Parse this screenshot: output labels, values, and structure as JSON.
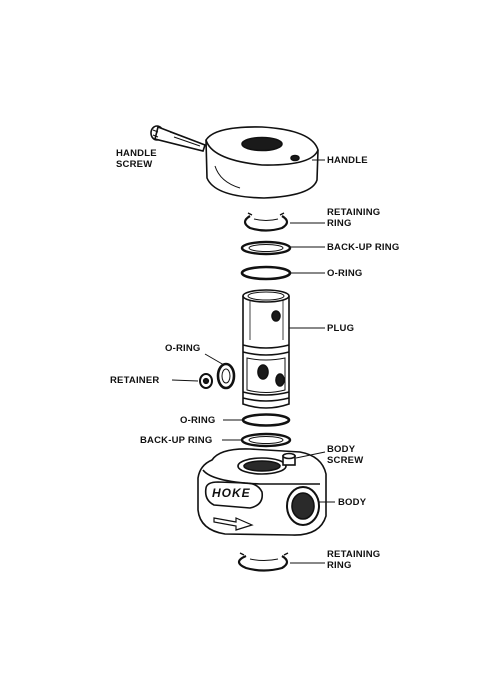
{
  "labels": {
    "handle_screw": {
      "line1": "HANDLE",
      "line2": "SCREW"
    },
    "handle": "HANDLE",
    "retaining_ring_top": {
      "line1": "RETAINING",
      "line2": "RING"
    },
    "backup_ring_top": "BACK-UP RING",
    "o_ring_top": "O-RING",
    "plug": "PLUG",
    "o_ring_side": "O-RING",
    "retainer": "RETAINER",
    "o_ring_lower": "O-RING",
    "backup_ring_lower": "BACK-UP RING",
    "body_screw": {
      "line1": "BODY",
      "line2": "SCREW"
    },
    "body": "BODY",
    "retaining_ring_bottom": {
      "line1": "RETAINING",
      "line2": "RING"
    }
  },
  "logo": {
    "text": "HOKE"
  },
  "colors": {
    "ink": "#111111",
    "paper": "#ffffff",
    "shade": "#2a2a2a"
  }
}
